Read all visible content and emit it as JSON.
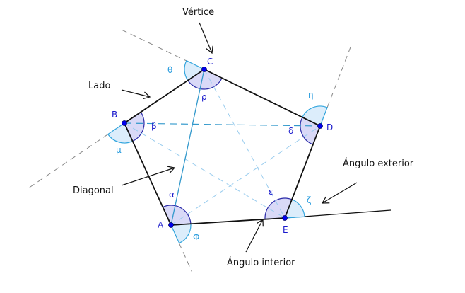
{
  "annotations": {
    "vertex": "Vértice",
    "side": "Lado",
    "diagonal": "Diagonal",
    "exterior_angle": "Ángulo exterior",
    "interior_angle": "Ángulo interior"
  },
  "vertices": {
    "A": "A",
    "B": "B",
    "C": "C",
    "D": "D",
    "E": "E"
  },
  "interior_angles": {
    "A": "α",
    "B": "β",
    "C": "ρ",
    "D": "δ",
    "E": "ε"
  },
  "exterior_angles": {
    "A": "Φ",
    "B": "μ",
    "C": "θ",
    "D": "η",
    "E": "ζ"
  },
  "colors": {
    "interior_fill": "#d9d9f7",
    "interior_stroke": "#2a2aa8",
    "exterior_fill": "#dcedfb",
    "exterior_stroke": "#33a6de",
    "diagonal": "#3399cc",
    "vertex": "#0000ee"
  }
}
